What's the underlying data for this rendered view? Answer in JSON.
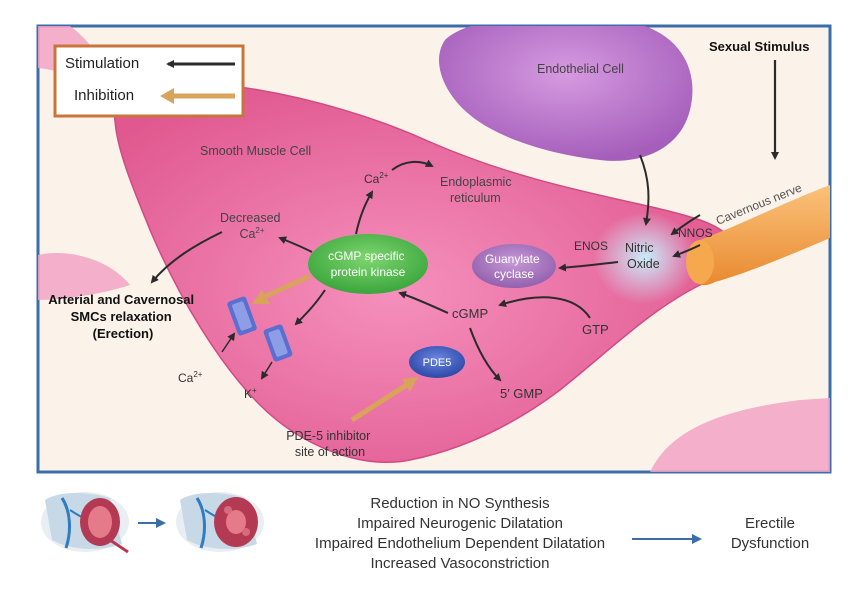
{
  "legend": {
    "stimulation": "Stimulation",
    "inhibition": "Inhibition"
  },
  "labels": {
    "sexual_stimulus": "Sexual Stimulus",
    "endothelial_cell": "Endothelial Cell",
    "smooth_muscle_cell": "Smooth Muscle Cell",
    "cavernous_nerve": "Cavernous nerve",
    "nnos": "NNOS",
    "enos": "ENOS",
    "nitric_oxide": [
      "Nitric",
      "Oxide"
    ],
    "guanylate_cyclase": [
      "Guanylate",
      "cyclase"
    ],
    "ca_top": "Ca",
    "ca_sup": "2+",
    "endoplasmic_reticulum": [
      "Endoplasmic",
      "reticulum"
    ],
    "decreased_ca": [
      "Decreased",
      "Ca"
    ],
    "cgmp_kinase": [
      "cGMP specific",
      "protein kinase"
    ],
    "cgmp": "cGMP",
    "gtp": "GTP",
    "pde5": "PDE5",
    "five_gmp": "5′ GMP",
    "relaxation": [
      "Arterial and Cavernosal",
      "SMCs relaxation",
      "(Erection)"
    ],
    "ca_channel": "Ca",
    "k_channel": "K",
    "k_sup": "+",
    "pde5_inhibitor": [
      "PDE-5 inhibitor",
      "site of action"
    ]
  },
  "bottom": {
    "impairments": [
      "Reduction in NO Synthesis",
      "Impaired Neurogenic Dilatation",
      "Impaired Endothelium Dependent Dilatation",
      "Increased Vasoconstriction"
    ],
    "result": [
      "Erectile",
      "Dysfunction"
    ]
  },
  "colors": {
    "frame": "#3b6ea8",
    "legend_border": "#c8743a",
    "smooth_muscle": "#ec6fa6",
    "endothelial": "#b873c7",
    "nerve": "#f2a85a",
    "kinase": "#4fbf4f",
    "pde5": "#3c5bb8",
    "guanylate": "#a878c0",
    "channel": "#5a6fd0",
    "inhibition_arrow": "#d9a35c",
    "stimulation_arrow": "#333333"
  }
}
